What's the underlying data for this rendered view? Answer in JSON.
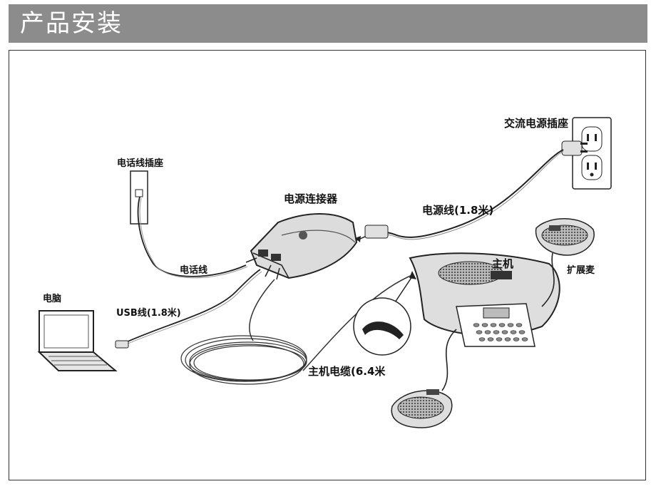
{
  "header": {
    "title": "产品安装"
  },
  "labels": {
    "ac_outlet": "交流电源插座",
    "phone_jack": "电话线插座",
    "power_connector": "电源连接器",
    "power_cord": "电源线(1.8米)",
    "main_unit": "主机",
    "extension_mic": "扩展麦",
    "phone_line": "电话线",
    "computer": "电脑",
    "usb_cable": "USB线(1.8米)",
    "main_cable": "主机电缆(6.4米"
  },
  "colors": {
    "header_bg": "#8c8c8c",
    "line": "#222222",
    "device_fill": "#d9d9d9"
  }
}
